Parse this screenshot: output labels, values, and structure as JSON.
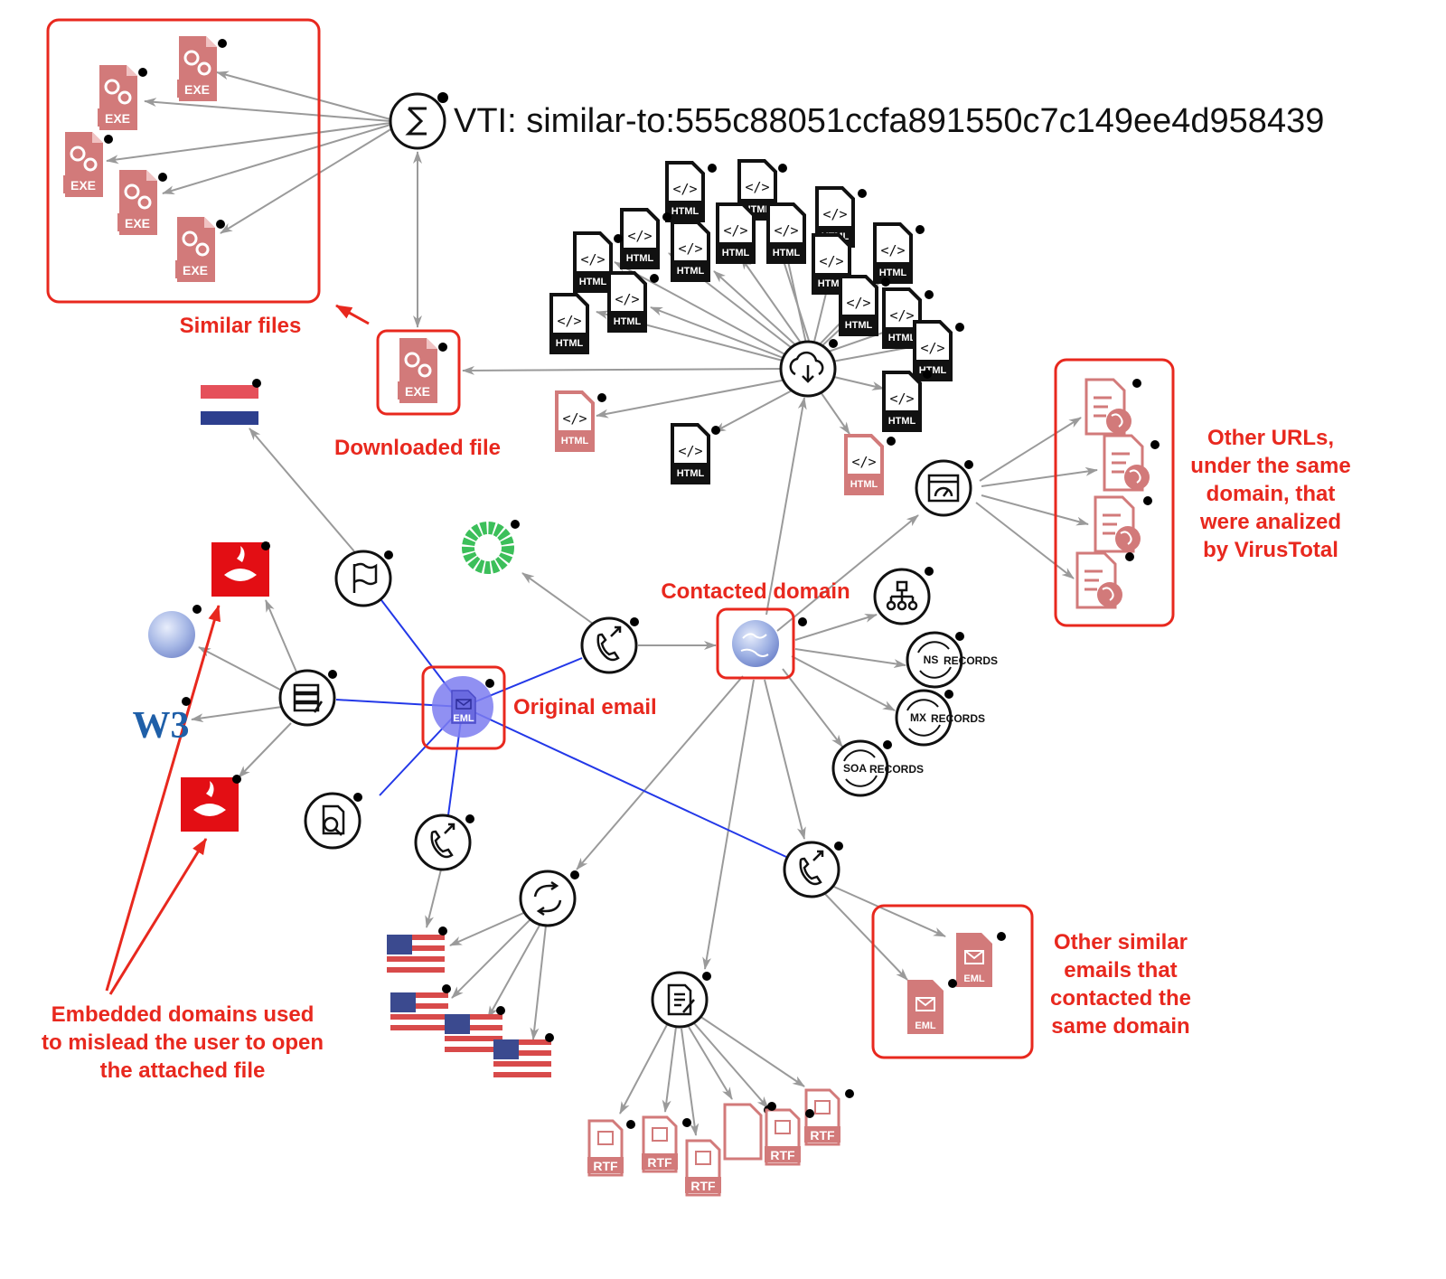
{
  "header": {
    "vti_label": "VTI: similar-to:555c88051ccfa891550c7c149ee4d958439"
  },
  "annotations": {
    "similar_files": "Similar files",
    "downloaded_file": "Downloaded file",
    "contacted_domain": "Contacted domain",
    "original_email": "Original email",
    "other_urls": [
      "Other URLs,",
      "under the same",
      "domain, that",
      "were analized",
      "by VirusTotal"
    ],
    "other_emails": [
      "Other similar",
      "emails that",
      "contacted the",
      "same domain"
    ],
    "embedded_domains": [
      "Embedded domains used",
      "to mislead the user to open",
      "the attached file"
    ]
  },
  "file_tags": {
    "exe": "EXE",
    "html": "HTML",
    "html_code": "</>",
    "eml": "EML",
    "rtf": "RTF",
    "ns": "NS",
    "mx": "MX",
    "soa": "SOA",
    "records": "RECORDS",
    "w3": "W3"
  },
  "icons": {
    "vti_node": "sigma-icon",
    "download_node": "cloud-download-icon",
    "domain_node": "globe-icon",
    "email_node": "email-file-icon",
    "url_node": "url-dashboard-icon",
    "sitemap_node": "sitemap-icon",
    "call_node": "phone-call-icon",
    "resolution_node": "refresh-icon",
    "flag_node": "flag-icon",
    "server_node": "server-list-icon",
    "report_node": "document-report-icon",
    "search_node": "search-document-icon"
  },
  "colors": {
    "accent_red": "#e8281e",
    "file_pink": "#d27a7a",
    "edge_gray": "#9a9a9a",
    "edge_blue": "#2338e8",
    "email_node": "#7c7cf0",
    "santander_red": "#e30e14",
    "w3_blue": "#1f5fa8"
  }
}
